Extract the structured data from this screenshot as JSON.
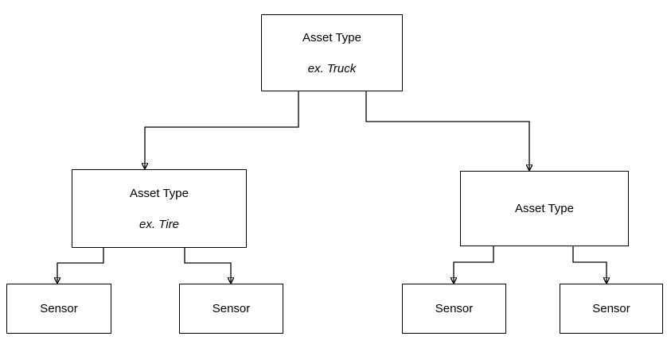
{
  "diagram": {
    "root": {
      "title": "Asset Type",
      "subtitle": "ex. Truck"
    },
    "left_child": {
      "title": "Asset Type",
      "subtitle": "ex. Tire"
    },
    "right_child": {
      "title": "Asset Type"
    },
    "sensors": [
      {
        "label": "Sensor"
      },
      {
        "label": "Sensor"
      },
      {
        "label": "Sensor"
      },
      {
        "label": "Sensor"
      }
    ],
    "line_color": "#000000"
  }
}
